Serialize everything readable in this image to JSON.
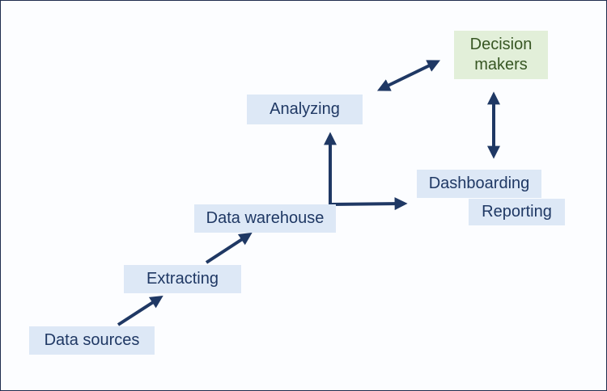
{
  "nodes": {
    "data_sources": "Data sources",
    "extracting": "Extracting",
    "data_warehouse": "Data warehouse",
    "analyzing": "Analyzing",
    "dashboarding": "Dashboarding",
    "reporting": "Reporting",
    "decision_makers": "Decision makers"
  },
  "colors": {
    "process_box": "#dde8f6",
    "decision_box": "#e2efd9",
    "arrow": "#1f3864",
    "text": "#1f3864",
    "decision_text": "#375623",
    "border": "#1f2d4e"
  }
}
